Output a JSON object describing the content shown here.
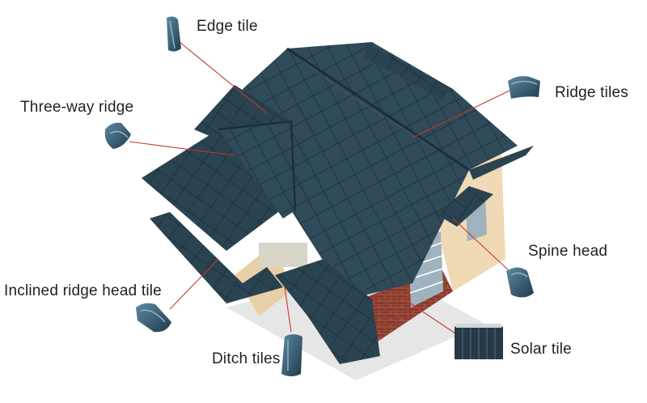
{
  "labels": {
    "edge_tile": "Edge tile",
    "ridge_tiles": "Ridge tiles",
    "three_way_ridge": "Three-way ridge",
    "spine_head": "Spine head",
    "inclined_ridge_head_tile": "Inclined ridge head tile",
    "ditch_tiles": "Ditch tiles",
    "solar_tile": "Solar tile"
  },
  "colors": {
    "roof": "#2f4a58",
    "roof_dark": "#1f333e",
    "tile_icon": "#34566a",
    "wall": "#f0d9b5",
    "brick": "#8a3a2c",
    "leader_line": "#c0392b",
    "label_text": "#222222"
  }
}
